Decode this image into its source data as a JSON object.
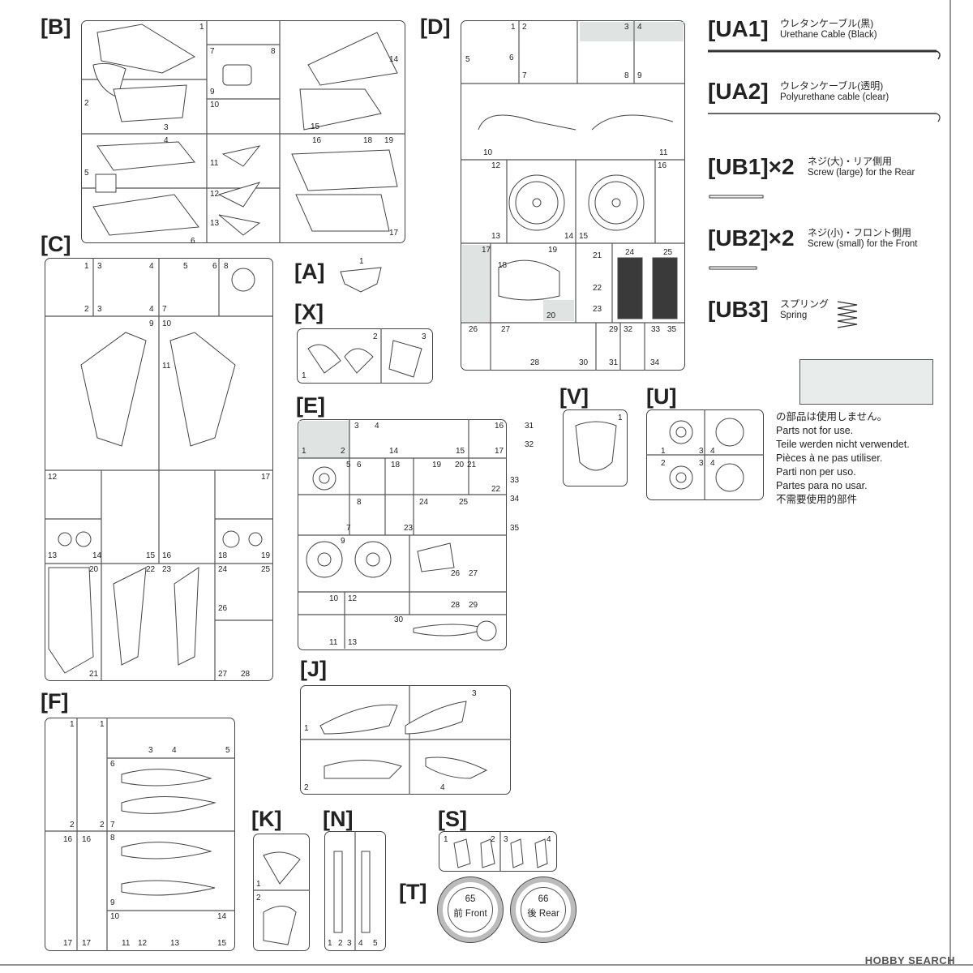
{
  "runners": [
    {
      "id": "B",
      "label": "[B]",
      "numbers": [
        "1",
        "2",
        "3",
        "4",
        "5",
        "6",
        "7",
        "8",
        "9",
        "10",
        "11",
        "12",
        "13",
        "14",
        "15",
        "16",
        "18",
        "19",
        "17"
      ]
    },
    {
      "id": "D",
      "label": "[D]",
      "numbers": [
        "1",
        "2",
        "3",
        "4",
        "5",
        "6",
        "7",
        "8",
        "9",
        "10",
        "11",
        "12",
        "13",
        "14",
        "15",
        "16",
        "17",
        "18",
        "19",
        "20",
        "21",
        "22",
        "23",
        "24",
        "25",
        "26",
        "27",
        "28",
        "29",
        "30",
        "31",
        "32",
        "33",
        "34",
        "35"
      ]
    },
    {
      "id": "C",
      "label": "[C]",
      "numbers": [
        "1",
        "2",
        "3",
        "4",
        "3",
        "4",
        "5",
        "6",
        "7",
        "8",
        "9",
        "10",
        "11",
        "12",
        "13",
        "14",
        "15",
        "16",
        "17",
        "18",
        "19",
        "20",
        "21",
        "22",
        "23",
        "24",
        "25",
        "26",
        "27",
        "28"
      ]
    },
    {
      "id": "A",
      "label": "[A]",
      "numbers": [
        "1"
      ]
    },
    {
      "id": "X",
      "label": "[X]",
      "numbers": [
        "1",
        "2",
        "3"
      ]
    },
    {
      "id": "E",
      "label": "[E]",
      "numbers": [
        "1",
        "2",
        "3",
        "4",
        "5",
        "6",
        "7",
        "8",
        "9",
        "10",
        "11",
        "12",
        "13",
        "14",
        "15",
        "16",
        "17",
        "18",
        "19",
        "20",
        "21",
        "22",
        "23",
        "24",
        "25",
        "26",
        "27",
        "28",
        "29",
        "30",
        "31",
        "32",
        "33",
        "34",
        "35"
      ]
    },
    {
      "id": "V",
      "label": "[V]",
      "numbers": [
        "1"
      ]
    },
    {
      "id": "U",
      "label": "[U]",
      "numbers": [
        "1",
        "2",
        "3",
        "4",
        "3",
        "4"
      ]
    },
    {
      "id": "F",
      "label": "[F]",
      "numbers": [
        "1",
        "1",
        "2",
        "2",
        "3",
        "4",
        "5",
        "6",
        "7",
        "8",
        "9",
        "10",
        "11",
        "12",
        "13",
        "14",
        "15",
        "16",
        "16",
        "17",
        "17"
      ]
    },
    {
      "id": "J",
      "label": "[J]",
      "numbers": [
        "1",
        "2",
        "3",
        "4"
      ]
    },
    {
      "id": "K",
      "label": "[K]",
      "numbers": [
        "1",
        "2"
      ]
    },
    {
      "id": "N",
      "label": "[N]",
      "numbers": [
        "1",
        "2",
        "3",
        "4",
        "5"
      ]
    },
    {
      "id": "S",
      "label": "[S]",
      "numbers": [
        "1",
        "2",
        "3",
        "4"
      ]
    },
    {
      "id": "T",
      "label": "[T]",
      "numbers": []
    }
  ],
  "tires": [
    {
      "num": "65",
      "text": "前 Front"
    },
    {
      "num": "66",
      "text": "後 Rear"
    }
  ],
  "accessories": [
    {
      "code": "[UA1]",
      "jp": "ウレタンケーブル(黒)",
      "en": "Urethane Cable (Black)"
    },
    {
      "code": "[UA2]",
      "jp": "ウレタンケーブル(透明)",
      "en": "Polyurethane cable (clear)"
    },
    {
      "code": "[UB1]×2",
      "jp": "ネジ(大)・リア側用",
      "en": "Screw (large) for the Rear"
    },
    {
      "code": "[UB2]×2",
      "jp": "ネジ(小)・フロント側用",
      "en": "Screw (small) for the Front"
    },
    {
      "code": "[UB3]",
      "jp": "スプリング",
      "en": "Spring"
    }
  ],
  "not_used_lines": [
    "の部品は使用しません。",
    "Parts not for use.",
    "Teile werden nicht verwendet.",
    "Pièces à ne pas utiliser.",
    "Parti non per uso.",
    "Partes para no usar.",
    "不需要使用的部件"
  ],
  "watermark": "HOBBY SEARCH",
  "colors": {
    "line": "#444444",
    "not_used": "#dfe3e1",
    "tire_gray": "#bbbbbb"
  }
}
